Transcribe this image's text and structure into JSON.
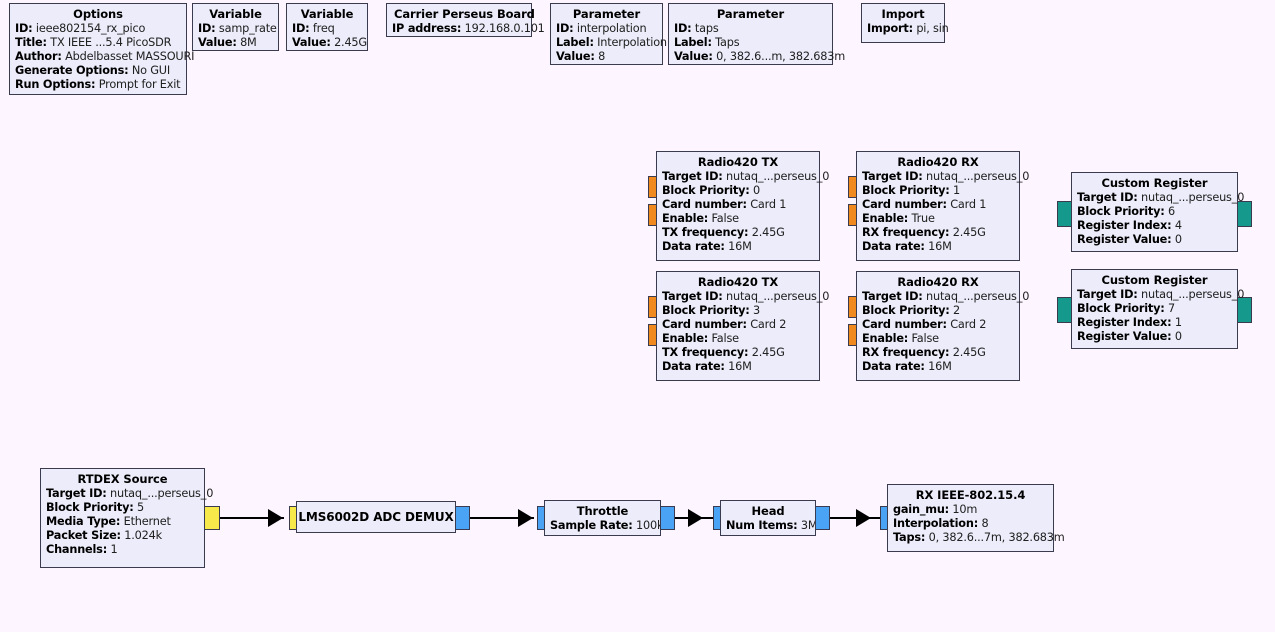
{
  "app": {
    "name": "GNU Radio Companion",
    "canvas_background": "#fdf5ff",
    "block_fill": "#ececfa",
    "block_border": "#3b3b4f",
    "port_colors": {
      "message": "#f08a1e",
      "register": "#14998c",
      "byte_vector": "#f7e94a",
      "complex": "#4ba3f5"
    }
  },
  "blocks": {
    "options": {
      "title": "Options",
      "params": [
        {
          "key": "ID:",
          "value": "ieee802154_rx_pico"
        },
        {
          "key": "Title:",
          "value": "TX IEEE ...5.4 PicoSDR"
        },
        {
          "key": "Author:",
          "value": "Abdelbasset MASSOURI"
        },
        {
          "key": "Generate Options:",
          "value": "No GUI"
        },
        {
          "key": "Run Options:",
          "value": "Prompt for Exit"
        }
      ]
    },
    "variable_samp_rate": {
      "title": "Variable",
      "params": [
        {
          "key": "ID:",
          "value": "samp_rate"
        },
        {
          "key": "Value:",
          "value": "8M"
        }
      ]
    },
    "variable_freq": {
      "title": "Variable",
      "params": [
        {
          "key": "ID:",
          "value": "freq"
        },
        {
          "key": "Value:",
          "value": "2.45G"
        }
      ]
    },
    "carrier_perseus_board": {
      "title": "Carrier Perseus Board",
      "params": [
        {
          "key": "IP address:",
          "value": "192.168.0.101"
        }
      ]
    },
    "parameter_interpolation": {
      "title": "Parameter",
      "params": [
        {
          "key": "ID:",
          "value": "interpolation"
        },
        {
          "key": "Label:",
          "value": "Interpolation"
        },
        {
          "key": "Value:",
          "value": "8"
        }
      ]
    },
    "parameter_taps": {
      "title": "Parameter",
      "params": [
        {
          "key": "ID:",
          "value": "taps"
        },
        {
          "key": "Label:",
          "value": "Taps"
        },
        {
          "key": "Value:",
          "value": "0, 382.6...m, 382.683m"
        }
      ]
    },
    "import": {
      "title": "Import",
      "params": [
        {
          "key": "Import:",
          "value": "pi, sin"
        }
      ]
    },
    "radio420_tx_1": {
      "title": "Radio420 TX",
      "params": [
        {
          "key": "Target ID:",
          "value": "nutaq_...perseus_0"
        },
        {
          "key": "Block Priority:",
          "value": "0"
        },
        {
          "key": "Card number:",
          "value": "Card 1"
        },
        {
          "key": "Enable:",
          "value": "False"
        },
        {
          "key": "TX frequency:",
          "value": "2.45G"
        },
        {
          "key": "Data rate:",
          "value": "16M"
        }
      ]
    },
    "radio420_rx_1": {
      "title": "Radio420 RX",
      "params": [
        {
          "key": "Target ID:",
          "value": "nutaq_...perseus_0"
        },
        {
          "key": "Block Priority:",
          "value": "1"
        },
        {
          "key": "Card number:",
          "value": "Card 1"
        },
        {
          "key": "Enable:",
          "value": "True"
        },
        {
          "key": "RX frequency:",
          "value": "2.45G"
        },
        {
          "key": "Data rate:",
          "value": "16M"
        }
      ]
    },
    "radio420_tx_2": {
      "title": "Radio420 TX",
      "params": [
        {
          "key": "Target ID:",
          "value": "nutaq_...perseus_0"
        },
        {
          "key": "Block Priority:",
          "value": "3"
        },
        {
          "key": "Card number:",
          "value": "Card 2"
        },
        {
          "key": "Enable:",
          "value": "False"
        },
        {
          "key": "TX frequency:",
          "value": "2.45G"
        },
        {
          "key": "Data rate:",
          "value": "16M"
        }
      ]
    },
    "radio420_rx_2": {
      "title": "Radio420 RX",
      "params": [
        {
          "key": "Target ID:",
          "value": "nutaq_...perseus_0"
        },
        {
          "key": "Block Priority:",
          "value": "2"
        },
        {
          "key": "Card number:",
          "value": "Card 2"
        },
        {
          "key": "Enable:",
          "value": "False"
        },
        {
          "key": "RX frequency:",
          "value": "2.45G"
        },
        {
          "key": "Data rate:",
          "value": "16M"
        }
      ]
    },
    "custom_register_1": {
      "title": "Custom Register",
      "params": [
        {
          "key": "Target ID:",
          "value": "nutaq_...perseus_0"
        },
        {
          "key": "Block Priority:",
          "value": "6"
        },
        {
          "key": "Register Index:",
          "value": "4"
        },
        {
          "key": "Register Value:",
          "value": "0"
        }
      ]
    },
    "custom_register_2": {
      "title": "Custom Register",
      "params": [
        {
          "key": "Target ID:",
          "value": "nutaq_...perseus_0"
        },
        {
          "key": "Block Priority:",
          "value": "7"
        },
        {
          "key": "Register Index:",
          "value": "1"
        },
        {
          "key": "Register Value:",
          "value": "0"
        }
      ]
    },
    "rtdex_source": {
      "title": "RTDEX Source",
      "params": [
        {
          "key": "Target ID:",
          "value": "nutaq_...perseus_0"
        },
        {
          "key": "Block Priority:",
          "value": "5"
        },
        {
          "key": "Media Type:",
          "value": "Ethernet"
        },
        {
          "key": "Packet Size:",
          "value": "1.024k"
        },
        {
          "key": "Channels:",
          "value": "1"
        }
      ]
    },
    "lms6002d_adc_demux": {
      "title": "LMS6002D ADC DEMUX",
      "params": []
    },
    "throttle": {
      "title": "Throttle",
      "params": [
        {
          "key": "Sample Rate:",
          "value": "100k"
        }
      ]
    },
    "head": {
      "title": "Head",
      "params": [
        {
          "key": "Num Items:",
          "value": "3M"
        }
      ]
    },
    "rx_ieee": {
      "title": "RX IEEE-802.15.4",
      "params": [
        {
          "key": "gain_mu:",
          "value": "10m"
        },
        {
          "key": "Interpolation:",
          "value": "8"
        },
        {
          "key": "Taps:",
          "value": "0, 382.6...7m, 382.683m"
        }
      ]
    }
  }
}
